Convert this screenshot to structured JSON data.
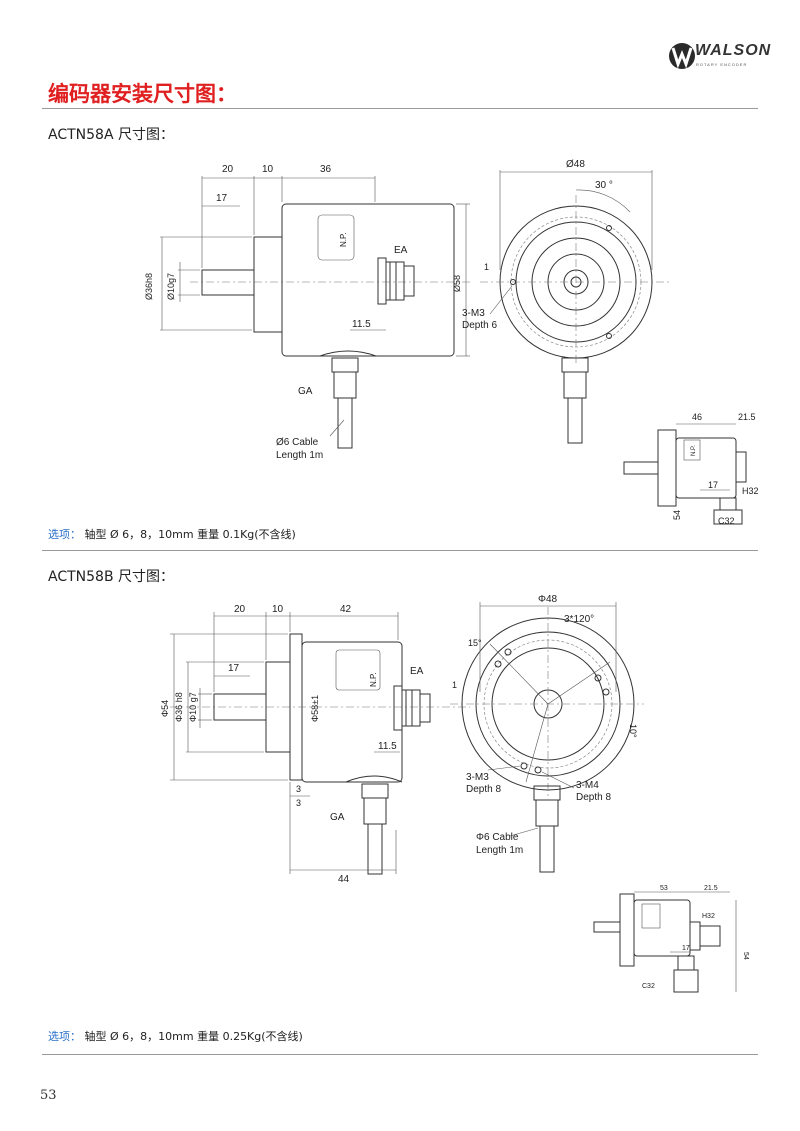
{
  "brand": {
    "name": "WALSON",
    "tagline": "ROTARY ENCODER"
  },
  "page_title": "编码器安装尺寸图：",
  "sections": [
    {
      "title": "ACTN58A 尺寸图：",
      "options_key": "选项：",
      "options_text": "轴型  Ø 6，8，10mm 重量 0.1Kg(不含线)",
      "labels": {
        "d20": "20",
        "d10": "10",
        "d36": "36",
        "d17": "17",
        "d36h8": "Ø36h8",
        "d10g7": "Ø10g7",
        "d58": "Ø58",
        "np": "N.P.",
        "ea": "EA",
        "d11_5": "11.5",
        "ga": "GA",
        "cable": "Ø6 Cable",
        "length": "Length 1m",
        "front_d48": "Ø48",
        "front_30": "30 °",
        "front_1": "1",
        "front_m3": "3-M3",
        "front_depth": "Depth 6",
        "side_46": "46",
        "side_21_5": "21.5",
        "side_17": "17",
        "side_54": "54",
        "side_h32": "H32",
        "side_c32": "C32",
        "side_np": "N.P."
      }
    },
    {
      "title": "ACTN58B 尺寸图：",
      "options_key": "选项：",
      "options_text": "轴型  Ø 6，8，10mm 重量 0.25Kg(不含线)",
      "labels": {
        "d20": "20",
        "d10": "10",
        "d42": "42",
        "d17": "17",
        "d54": "Φ54",
        "d36h8": "Φ36 h8",
        "d10g7": "Φ10 g7",
        "d58": "Φ58±1",
        "np": "N.P.",
        "ea": "EA",
        "d11_5": "11.5",
        "d3a": "3",
        "d3b": "3",
        "ga": "GA",
        "d44": "44",
        "front_d48": "Φ48",
        "front_3x120": "3*120°",
        "front_15": "15°",
        "front_1": "1",
        "front_10": "10°",
        "front_m3": "3-M3",
        "front_depth8a": "Depth 8",
        "front_m4": "3-M4",
        "front_depth8b": "Depth 8",
        "cable": "Φ6 Cable",
        "length": "Length 1m",
        "side_53": "53",
        "side_21_5": "21.5",
        "side_h32": "H32",
        "side_17": "17",
        "side_54": "54",
        "side_c32": "C32"
      }
    }
  ],
  "page_number": "53"
}
